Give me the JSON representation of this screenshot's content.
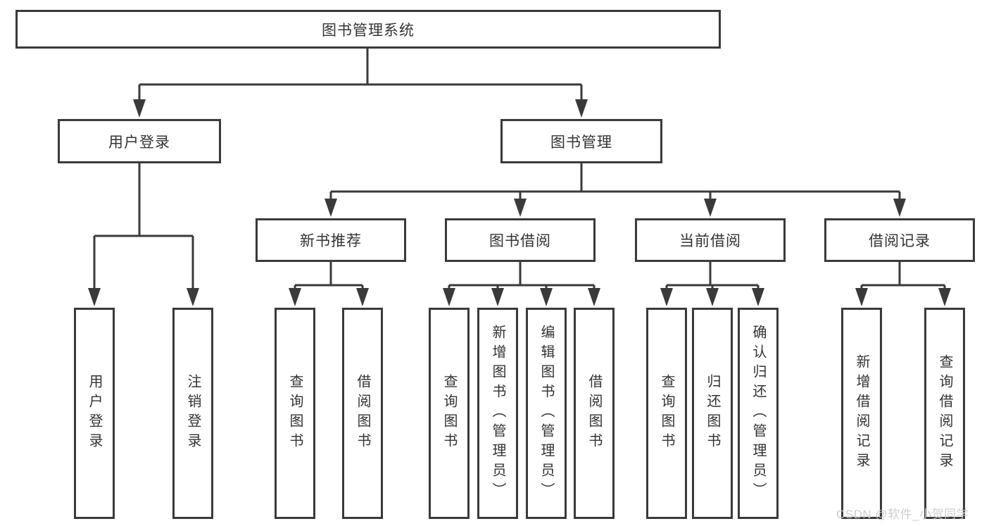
{
  "tree": {
    "root": "图书管理系统",
    "children": [
      {
        "label": "用户登录",
        "children": [
          "用户登录",
          "注销登录"
        ]
      },
      {
        "label": "图书管理",
        "children": [
          {
            "label": "新书推荐",
            "children": [
              "查询图书",
              "借阅图书"
            ]
          },
          {
            "label": "图书借阅",
            "children": [
              "查询图书",
              "新增图书（管理员）",
              "编辑图书（管理员）",
              "借阅图书"
            ]
          },
          {
            "label": "当前借阅",
            "children": [
              "查询图书",
              "归还图书",
              "确认归还（管理员）"
            ]
          },
          {
            "label": "借阅记录",
            "children": [
              "新增借阅记录",
              "查询借阅记录"
            ]
          }
        ]
      }
    ]
  },
  "watermark": {
    "text": "CSDN @软件_小贺同学"
  },
  "colors": {
    "line": "#3a3a3a",
    "box_border": "#3a3a3a",
    "text": "#333333",
    "watermark": "#c9c9c9",
    "background": "#ffffff"
  }
}
